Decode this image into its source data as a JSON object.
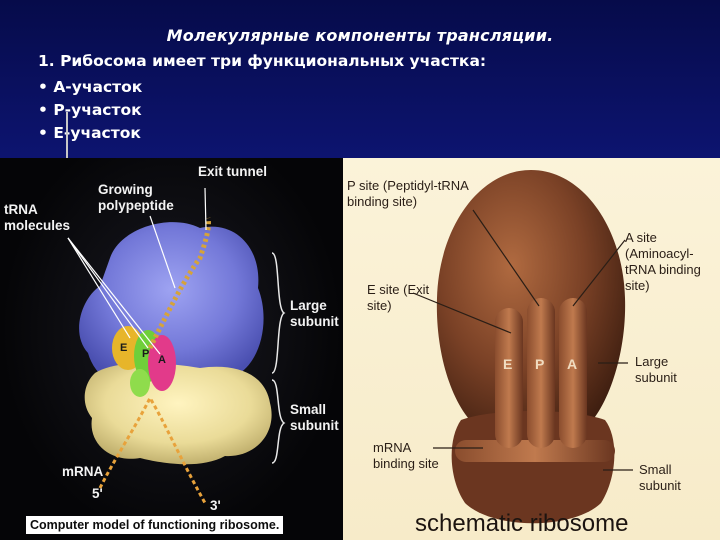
{
  "slide": {
    "title": "Молекулярные компоненты трансляции.",
    "intro": "1. Рибосома имеет три функциональных участка:",
    "bullets": [
      "А-участок",
      "Р-участок",
      "Е-участок"
    ]
  },
  "left_figure": {
    "labels": {
      "trna": "tRNA molecules",
      "growing": "Growing polypeptide",
      "exit": "Exit tunnel",
      "large": "Large subunit",
      "small": "Small subunit",
      "mrna": "mRNA",
      "five_prime": "5'",
      "three_prime": "3'",
      "e": "E",
      "p": "P",
      "a": "A"
    },
    "caption": "Computer model of functioning ribosome."
  },
  "right_figure": {
    "labels": {
      "p_site": "P site (Peptidyl-tRNA binding site)",
      "a_site": "A site (Aminoacyl-tRNA binding site)",
      "e_site": "E site (Exit site)",
      "large": "Large subunit",
      "mrna": "mRNA binding site",
      "small": "Small subunit",
      "e": "E",
      "p": "P",
      "a": "A"
    },
    "caption": "schematic ribosome"
  },
  "colors": {
    "background": "#0a0f5e",
    "large_subunit_model": "#7a7fe0",
    "small_subunit_model": "#f2e2a0",
    "ribosome_schematic": "#7a4126"
  }
}
